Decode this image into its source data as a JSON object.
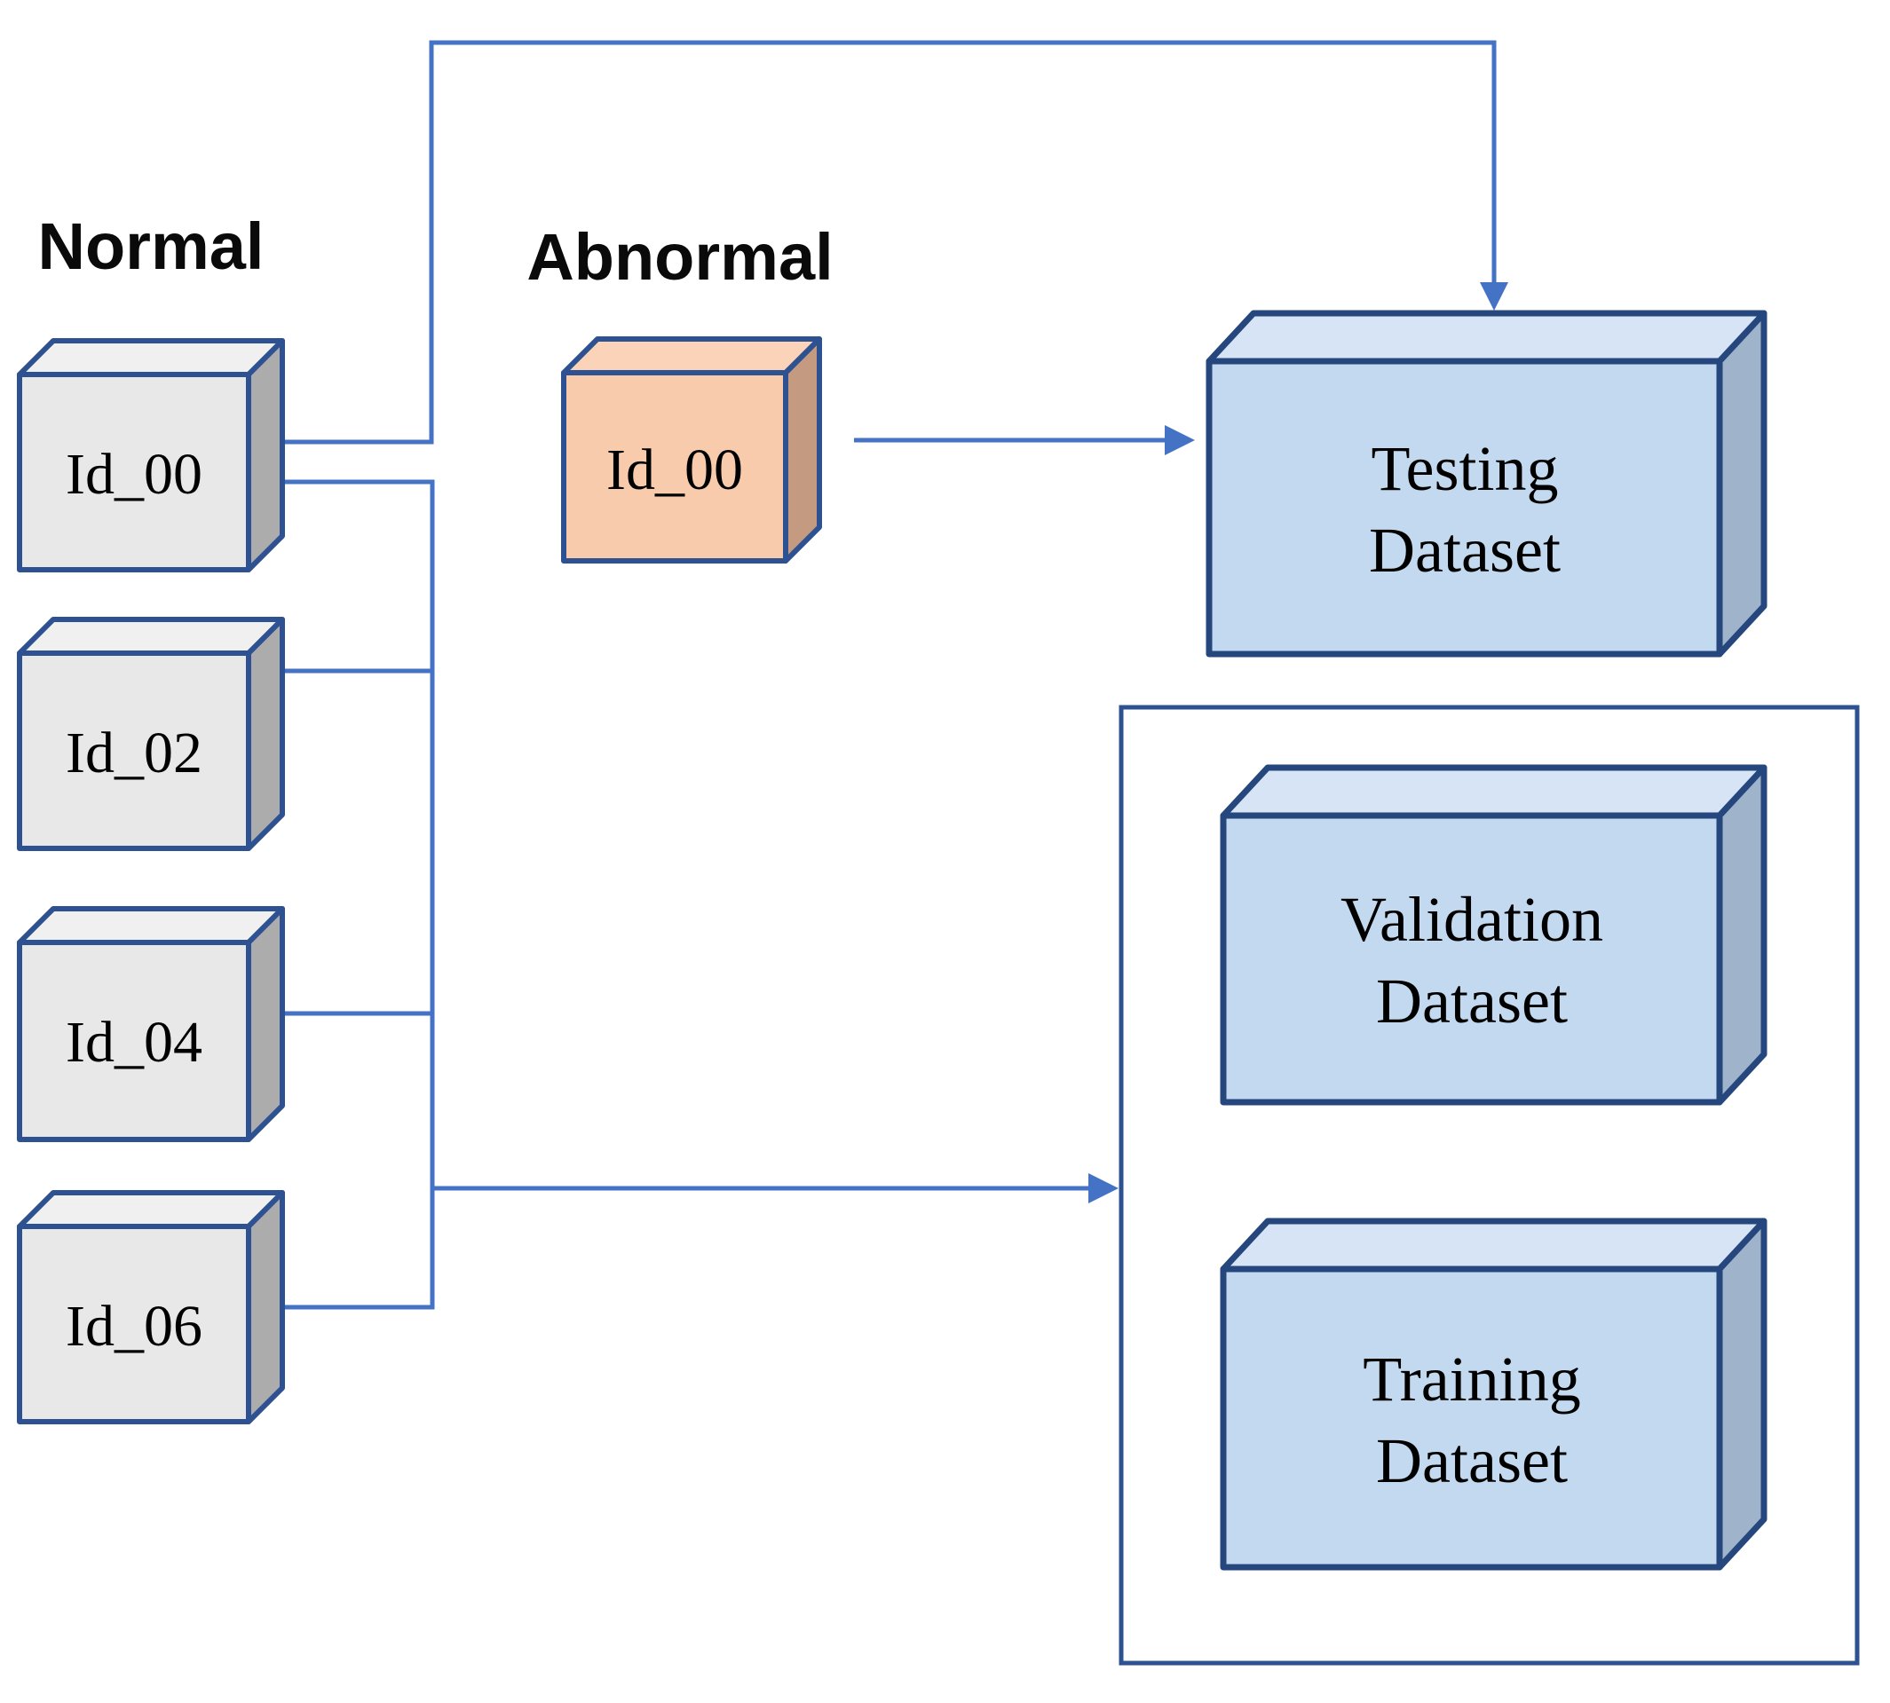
{
  "labels": {
    "normal_group": "Normal",
    "abnormal_group": "Abnormal"
  },
  "normal_boxes": [
    {
      "label": "Id_00"
    },
    {
      "label": "Id_02"
    },
    {
      "label": "Id_04"
    },
    {
      "label": "Id_06"
    }
  ],
  "abnormal_boxes": [
    {
      "label": "Id_00"
    }
  ],
  "dataset_boxes": {
    "testing": {
      "line1": "Testing",
      "line2": "Dataset"
    },
    "validation": {
      "line1": "Validation",
      "line2": "Dataset"
    },
    "training": {
      "line1": "Training",
      "line2": "Dataset"
    }
  },
  "colors": {
    "connector_blue": "#4472C4",
    "source_box_border": "#2E5191",
    "dataset_box_border": "#26477E",
    "group_box_border": "#2E5191",
    "normal_front": "#E8E8E8",
    "normal_top": "#F0F0F0",
    "normal_side": "#ACACAC",
    "abnormal_front": "#F8CBAD",
    "abnormal_top": "#FAD3B8",
    "abnormal_side": "#C49B80",
    "dataset_front": "#C3D9EF",
    "dataset_top": "#D6E4F5",
    "dataset_side": "#9FB3CB",
    "text_black": "#000000"
  }
}
